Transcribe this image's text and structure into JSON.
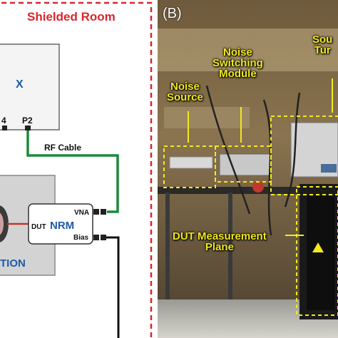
{
  "panel_a": {
    "room_title": "Shielded Room",
    "vna_label": "X",
    "port_left": "4",
    "port_p2": "P2",
    "cable_label": "RF Cable",
    "nrm": {
      "name": "NRM",
      "dut": "DUT",
      "vna_port": "VNA",
      "bias_port": "Bias"
    },
    "station_label": "TION"
  },
  "panel_b": {
    "tag": "(B)",
    "labels": {
      "noise_source": "Noise\nSource",
      "noise_switching": "Noise\nSwitching\nModule",
      "source_tuner": "Sou\nTur",
      "dut_plane": "DUT Measurement\nPlane"
    }
  },
  "colors": {
    "room_border": "#d9252c",
    "cable_green": "#1a8a3a",
    "accent_blue": "#1f5aa6",
    "highlight_yellow": "#f2ea1e"
  }
}
